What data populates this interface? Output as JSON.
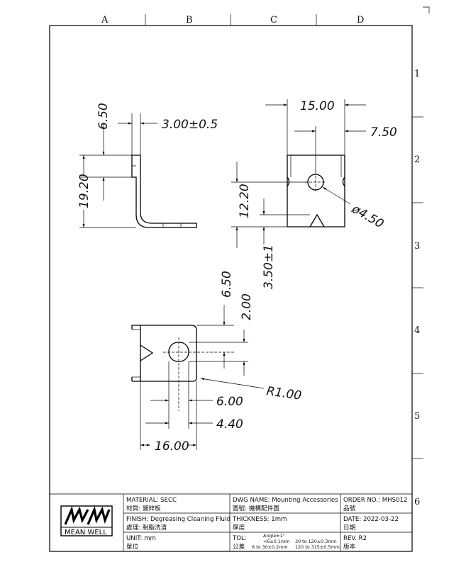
{
  "grid": {
    "columns": [
      "A",
      "B",
      "C",
      "D"
    ],
    "rows": [
      "1",
      "2",
      "3",
      "4",
      "5",
      "6"
    ]
  },
  "dimensions": {
    "side_top": "6.50",
    "side_thickness": "3.00±0.5",
    "side_height": "19.20",
    "front_width": "15.00",
    "front_edge": "7.50",
    "front_hole_height": "12.20",
    "hole_dia": "ø4.50",
    "tab_height": "3.50±1",
    "bottom_right_top": "6.50",
    "bottom_slot": "2.00",
    "radius": "R1.00",
    "slot_offset": "6.00",
    "slot_width": "4.40",
    "bottom_width": "16.00"
  },
  "title_block": {
    "logo_text": "MEAN WELL",
    "material": "MATERIAL: SECC",
    "material_cn": "材質: 鍍鋅板",
    "finish": "FINISH: Degreasing Cleaning Fluid",
    "finish_cn": "處理: 脫脂洗清",
    "unit": "UNIT: mm",
    "unit_cn": "單位",
    "dwg_name": "DWG NAME: Mounting Accessories",
    "dwg_name_cn": "圖號: 機構配件圖",
    "thickness": "THICKNESS: 1mm",
    "thickness_cn": "厚度",
    "tol": "TOL:",
    "tol_cn": "公差",
    "tol_angle": "Angle±1°",
    "tol_a": "<6±0.1mm",
    "tol_b": "6 to  30±0.2mm",
    "tol_c": "30 to 120±0.3mm",
    "tol_d": "120 to 315±0.5mm",
    "order_no": "ORDER NO.: MHS012",
    "order_no_cn": "品號",
    "date": "DATE: 2022-03-22",
    "date_cn": "日期",
    "rev": "REV. R2",
    "rev_cn": "版本"
  }
}
